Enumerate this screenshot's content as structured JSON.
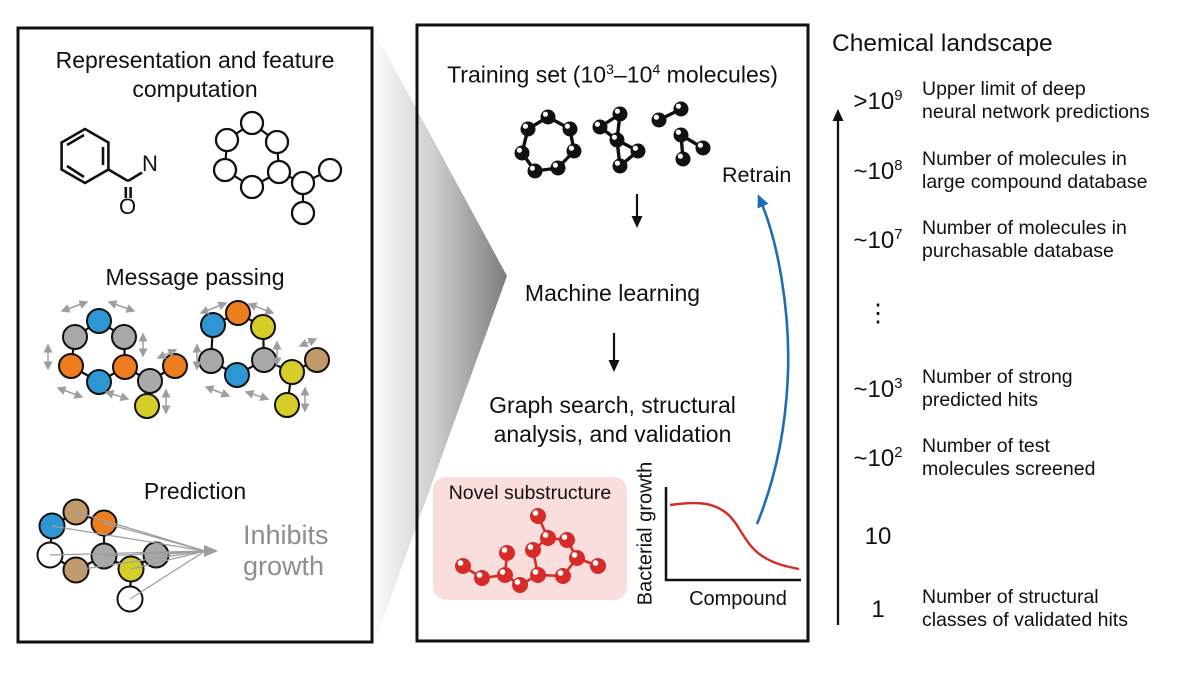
{
  "left_panel": {
    "title_line1": "Representation and feature",
    "title_line2": "computation",
    "atom_label_n": "N",
    "atom_label_o": "O",
    "message_passing_title": "Message passing",
    "prediction_title": "Prediction",
    "prediction_output_line1": "Inhibits",
    "prediction_output_line2": "growth"
  },
  "middle_panel": {
    "title_prefix": "Training set (10",
    "title_sup1": "3",
    "title_mid": "–10",
    "title_sup2": "4",
    "title_suffix": " molecules)",
    "retrain_label": "Retrain",
    "machine_learning_label": "Machine learning",
    "graph_search_line1": "Graph search, structural",
    "graph_search_line2": "analysis, and validation",
    "novel_substructure_label": "Novel substructure",
    "plot": {
      "y_axis_label": "Bacterial growth",
      "x_axis_label": "Compound"
    }
  },
  "chemical_landscape": {
    "title": "Chemical landscape",
    "items": [
      {
        "value": ">10",
        "sup": "9",
        "desc_line1": "Upper limit of deep",
        "desc_line2": "neural network predictions"
      },
      {
        "value": "~10",
        "sup": "8",
        "desc_line1": "Number of molecules in",
        "desc_line2": "large compound database"
      },
      {
        "value": "~10",
        "sup": "7",
        "desc_line1": "Number of molecules in",
        "desc_line2": "purchasable database"
      },
      {
        "value": "⋮",
        "sup": "",
        "desc_line1": "",
        "desc_line2": ""
      },
      {
        "value": "~10",
        "sup": "3",
        "desc_line1": "Number of strong",
        "desc_line2": "predicted hits"
      },
      {
        "value": "~10",
        "sup": "2",
        "desc_line1": "Number of test",
        "desc_line2": "molecules screened"
      },
      {
        "value": "10",
        "sup": "",
        "desc_line1": "",
        "desc_line2": ""
      },
      {
        "value": "1",
        "sup": "",
        "desc_line1": "Number of structural",
        "desc_line2": "classes of validated hits"
      }
    ]
  },
  "colors": {
    "ink": "#111111",
    "text_gray": "#8e8e8e",
    "node_blue": "#2e96d2",
    "node_gray": "#a9a9a9",
    "node_orange": "#ee7d20",
    "node_yellow": "#d6ce28",
    "node_tan": "#c2996b",
    "accent_red": "#d62b27",
    "accent_blue": "#1d6db3",
    "pink_bg": "#f9dedd",
    "arrow_gray": "#9e9e9e"
  }
}
